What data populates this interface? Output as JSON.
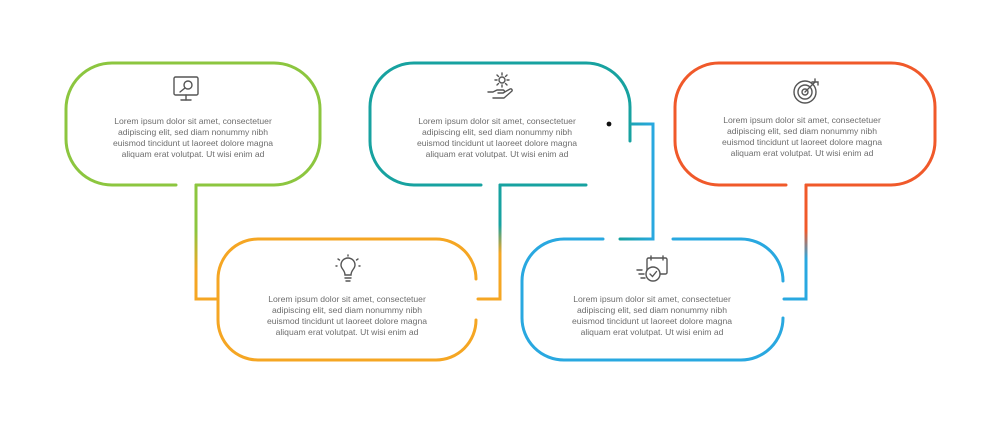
{
  "colors": {
    "green": "#8cc63f",
    "orange": "#f5a623",
    "teal": "#17a2a0",
    "blue": "#29a8e0",
    "red": "#f0592a",
    "icon": "#555555"
  },
  "cards": [
    {
      "id": "card-1",
      "color_key": "green",
      "icon": "monitor-search-icon",
      "text": "Lorem ipsum dolor sit amet, consectetuer\nadipiscing elit, sed diam nonummy nibh\neuismod tincidunt ut laoreet dolore magna\naliquam erat volutpat. Ut wisi enim ad"
    },
    {
      "id": "card-2",
      "color_key": "orange",
      "icon": "lightbulb-icon",
      "text": "Lorem ipsum dolor sit amet, consectetuer\nadipiscing elit, sed diam nonummy nibh\neuismod tincidunt ut laoreet dolore magna\naliquam erat volutpat. Ut wisi enim ad"
    },
    {
      "id": "card-3",
      "color_key": "teal",
      "icon": "hand-gear-icon",
      "text": "Lorem ipsum dolor sit amet, consectetuer\nadipiscing elit, sed diam nonummy nibh\neuismod tincidunt ut laoreet dolore magna\naliquam erat volutpat. Ut wisi enim ad"
    },
    {
      "id": "card-4",
      "color_key": "blue",
      "icon": "fast-calendar-icon",
      "text": "Lorem ipsum dolor sit amet, consectetuer\nadipiscing elit, sed diam nonummy nibh\neuismod tincidunt ut laoreet dolore magna\naliquam erat volutpat. Ut wisi enim ad"
    },
    {
      "id": "card-5",
      "color_key": "red",
      "icon": "target-icon",
      "text": "Lorem ipsum dolor sit amet, consectetuer\nadipiscing elit, sed diam nonummy nibh\neuismod tincidunt ut laoreet dolore magna\naliquam erat volutpat. Ut wisi enim ad"
    }
  ],
  "stock_id": "689627278"
}
